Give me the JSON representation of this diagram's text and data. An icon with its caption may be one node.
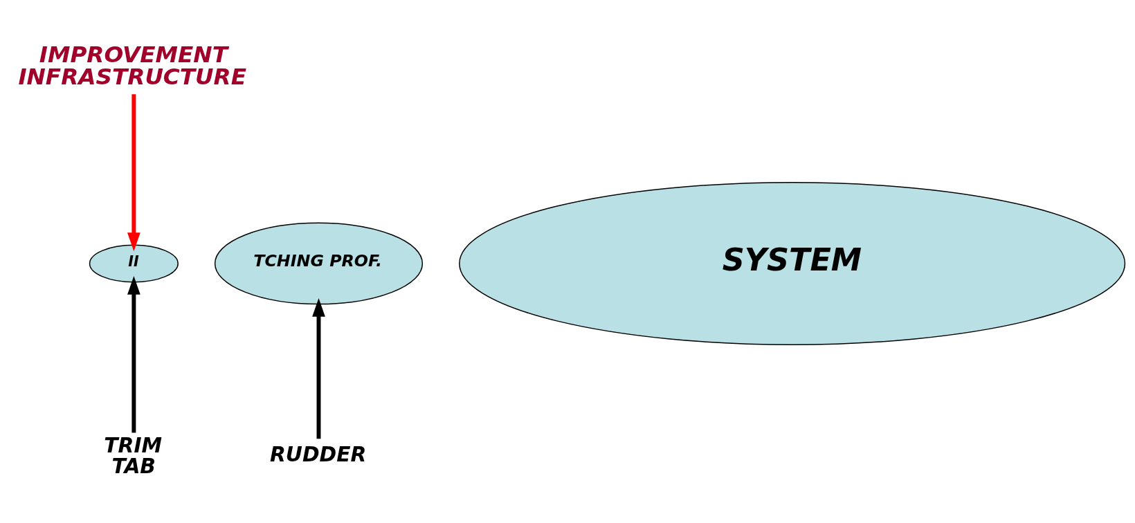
{
  "diagram": {
    "nodes": [
      {
        "text": [
          "IMPROVEMENT INFRASTRUCTURE"
        ]
      },
      {
        "text": [
          "II"
        ]
      },
      {
        "text": [
          "TCHING PROF."
        ]
      },
      {
        "text": [
          "SYSTEM"
        ]
      },
      {
        "text": [
          "TRIM TAB"
        ]
      },
      {
        "text": [
          "RUDDER"
        ]
      }
    ],
    "edges": [
      {
        "from": 0,
        "to": 1,
        "arrow": "to",
        "color": "#ff0000"
      },
      {
        "from": 4,
        "to": 1,
        "arrow": "to"
      },
      {
        "from": 5,
        "to": 2,
        "arrow": "to"
      }
    ]
  }
}
